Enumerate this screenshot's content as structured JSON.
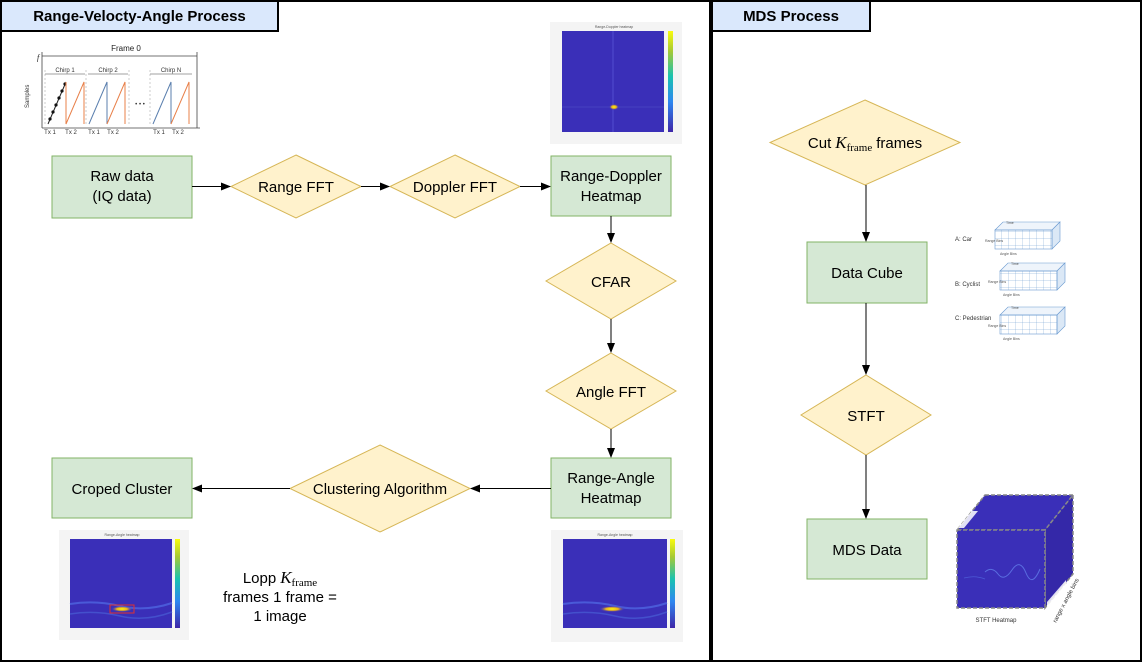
{
  "panels": {
    "left_title": "Range-Velocty-Angle Process",
    "right_title": "MDS Process"
  },
  "nodes": {
    "raw_data": [
      "Raw data",
      "(IQ data)"
    ],
    "range_fft": "Range FFT",
    "doppler_fft": "Doppler FFT",
    "range_doppler": [
      "Range-Doppler",
      "Heatmap"
    ],
    "cfar": "CFAR",
    "angle_fft": "Angle FFT",
    "range_angle": [
      "Range-Angle",
      "Heatmap"
    ],
    "clustering": "Clustering Algorithm",
    "croped_cluster": "Croped Cluster",
    "cut_frames": {
      "prefix": "Cut",
      "symbol": "K",
      "subscript": "frame",
      "suffix": "frames"
    },
    "data_cube": "Data Cube",
    "stft": "STFT",
    "mds_data": "MDS Data"
  },
  "loop_note": {
    "line1_prefix": "Lopp",
    "symbol": "K",
    "subscript": "frame",
    "line2": "frames   1 frame =",
    "line3": "1 image"
  },
  "chirp_figure": {
    "frame_label": "Frame 0",
    "f_label": "f",
    "samples_label": "Samples",
    "chirps": [
      "Chirp 1",
      "Chirp 2",
      "Chirp N"
    ],
    "ellipsis": "• • •",
    "tx_labels": [
      "Tx 1",
      "Tx 2",
      "Tx 1",
      "Tx 2",
      "Tx 1",
      "Tx 2"
    ]
  },
  "cube_legend": {
    "items": [
      "A: Car",
      "B: Cyclist",
      "C: Pedestrian"
    ],
    "axis_time": "Time",
    "axis_range": "Range Bins",
    "axis_angle": "Angle Bins"
  },
  "stft_figure": {
    "caption": "STFT Heatmap",
    "axis_label": "range x angle bins"
  },
  "heatmaps": {
    "range_doppler_title": "Range-Doppler heatmap",
    "range_angle_title": "Range-Angle heatmap",
    "range_angle_small_title": "Range-Angle heatmap"
  },
  "colors": {
    "box_fill": "#d5e8d4",
    "box_stroke": "#82b366",
    "diamond_fill": "#fff2cc",
    "diamond_stroke": "#d6b656",
    "title_fill": "#dae8fc",
    "heatmap_bg": "#3a2fb8",
    "chirp_orange": "#e8804a",
    "chirp_blue": "#5b7fae"
  }
}
